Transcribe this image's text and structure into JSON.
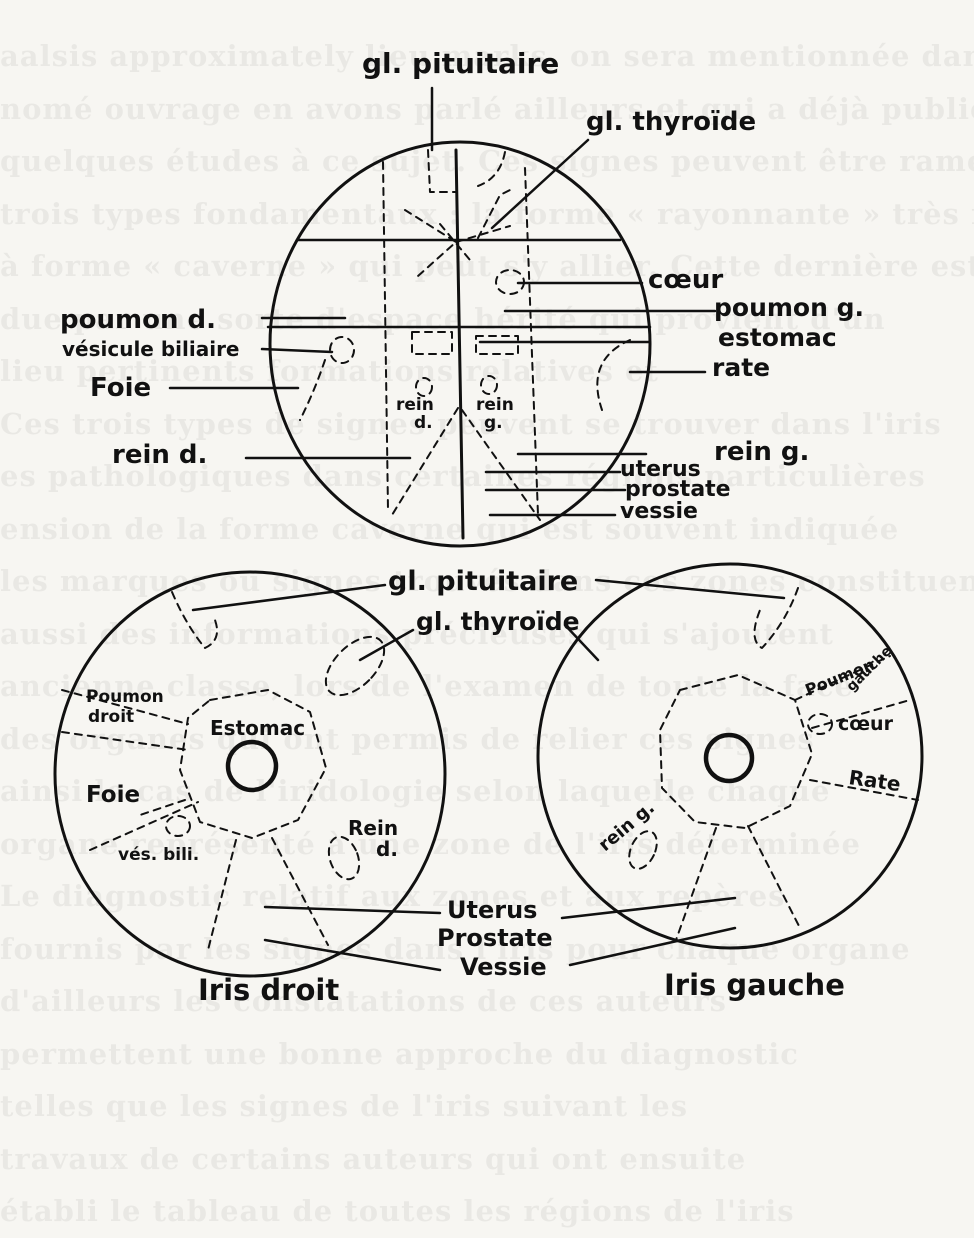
{
  "background_text_lines": [
    "aalsis approximately lieu marks, on sera mentionnée dans",
    "nomé ouvrage en avons parlé ailleurs et qui a déjà publié",
    "quelques études à ce sujet. Ces signes peuvent être ramenés",
    "trois types fondamentaux : la forme « rayonnante » très facile",
    "à forme « caverne » qui peut s'y allier. Cette dernière est",
    "due par une sorte d'espace hérité qui provient d'un",
    "lieu pertinents formations relatives et",
    "Ces trois types de signes peuvent se trouver dans l'iris",
    "es pathologiques dans certaines régions particulières",
    "ension de la forme caverne qui est souvent indiquée",
    "les marques ou signes trouvés dans ces zones constituent",
    "aussi des informations précieuses qui s'ajoutent",
    "ancienne classe, lors de l'examen de toute la face",
    "des organes qui ont permis de relier ces signes",
    "ainsi le cas de l'iridologie selon laquelle chaque",
    "organe représenté à une zone de l'iris déterminée",
    "Le diagnostic relatif aux zones et aux repères",
    "fournis par les signes dans l'iris pour chaque organe",
    "d'ailleurs les constatations de ces auteurs",
    "permettent une bonne approche du diagnostic",
    "telles que les signes de l'iris suivant les",
    "travaux de certains auteurs qui ont ensuite",
    "établi le tableau de toutes les régions de l'iris"
  ],
  "top_diagram": {
    "labels": {
      "pituitary": "gl. pituitaire",
      "thyroid": "gl. thyroïde",
      "heart": "cœur",
      "left_lung": "poumon g.",
      "stomach": "estomac",
      "spleen": "rate",
      "right_lung": "poumon d.",
      "gallbladder": "vésicule biliaire",
      "liver": "Foie",
      "right_kidney": "rein d.",
      "inner_right_kidney_1": "rein",
      "inner_right_kidney_2": "d.",
      "inner_left_kidney_1": "rein",
      "inner_left_kidney_2": "g.",
      "left_kidney": "rein g.",
      "uterus": "uterus",
      "prostate": "prostate",
      "bladder": "vessie"
    }
  },
  "bottom_diagram": {
    "shared_labels": {
      "pituitary": "gl. pituitaire",
      "thyroid": "gl. thyroïde",
      "uterus": "Uterus",
      "prostate": "Prostate",
      "bladder": "Vessie"
    },
    "right_iris": {
      "title": "Iris droit",
      "lung_1": "Poumon",
      "lung_2": "droit",
      "stomach": "Estomac",
      "liver": "Foie",
      "gallbladder": "vés. bili.",
      "kidney_1": "Rein",
      "kidney_2": "d."
    },
    "left_iris": {
      "title": "Iris gauche",
      "lung_1": "Poumon",
      "lung_2": "gauche",
      "heart": "cœur",
      "spleen": "Rate",
      "kidney": "rein g."
    }
  },
  "colors": {
    "ink": "#111111",
    "paper": "#f7f6f2"
  }
}
